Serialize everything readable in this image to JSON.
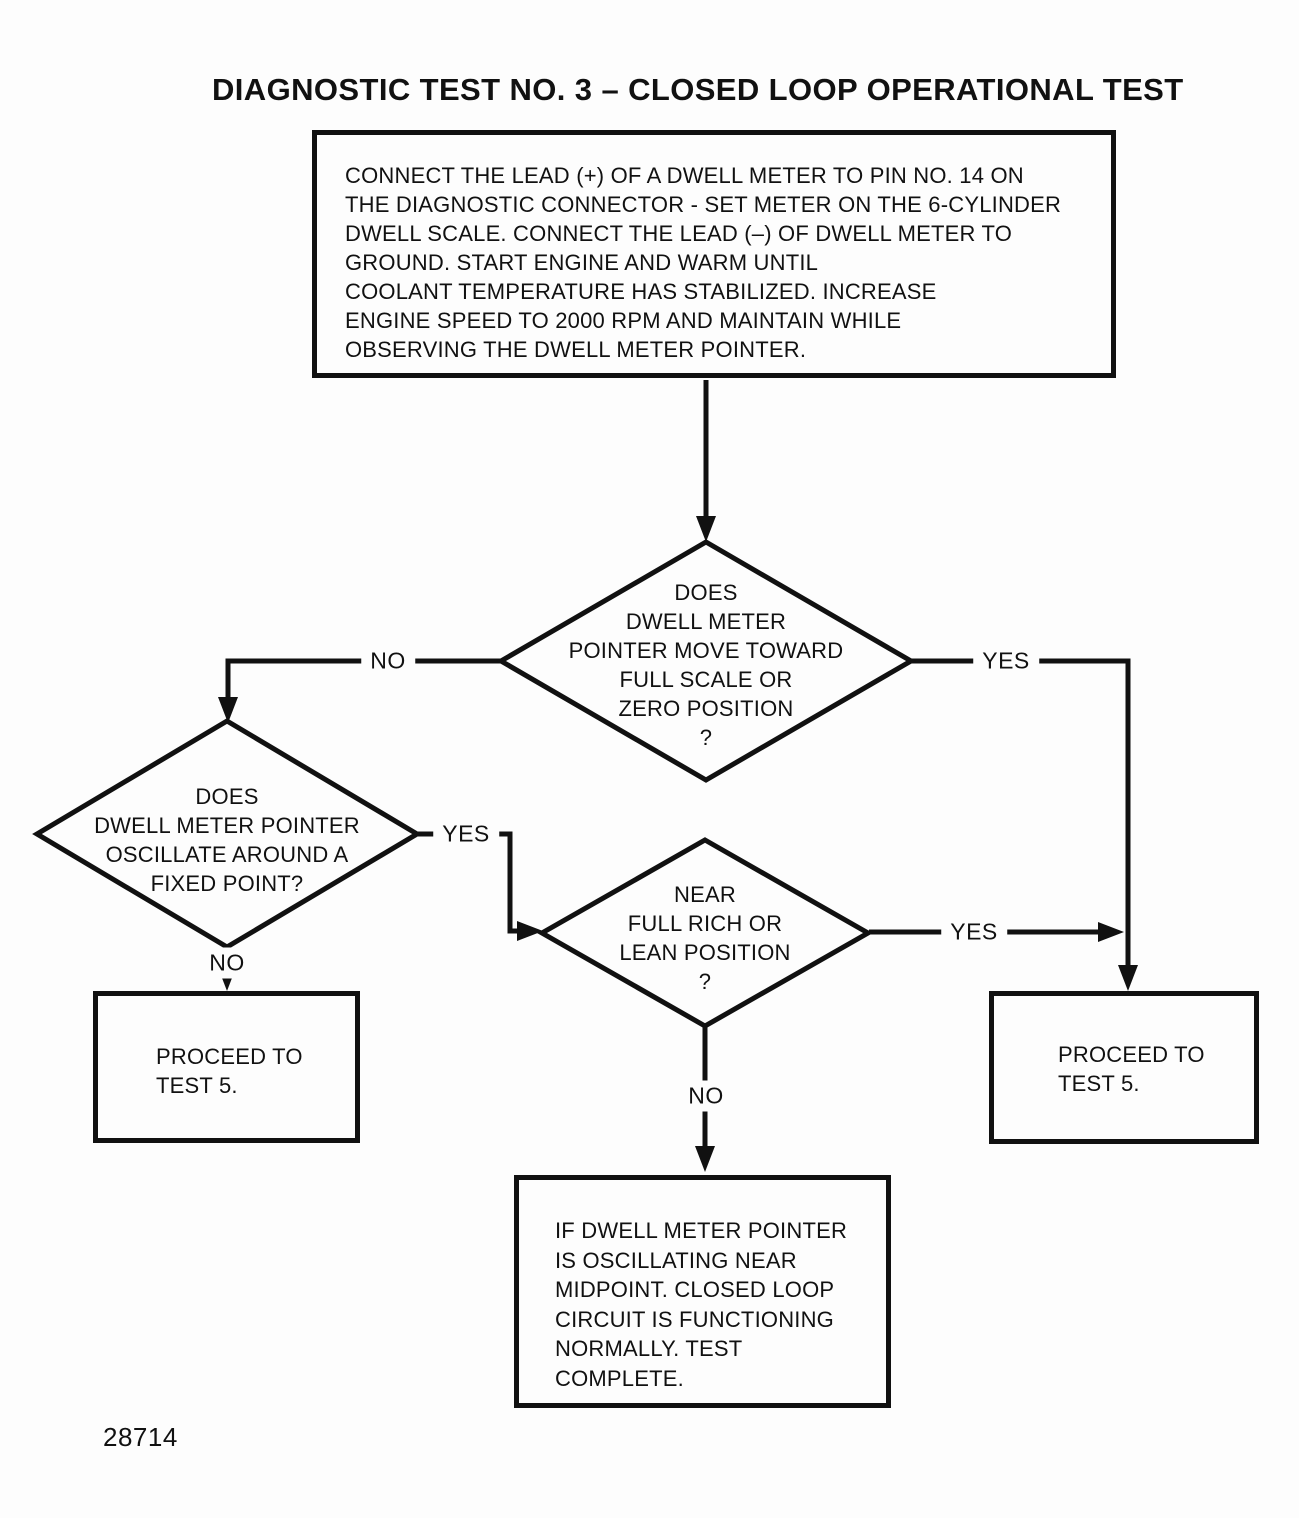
{
  "title": "DIAGNOSTIC TEST NO. 3 – CLOSED LOOP OPERATIONAL TEST",
  "footer_code": "28714",
  "colors": {
    "ink": "#111111",
    "paper": "#fdfdfd"
  },
  "nodes": {
    "start": {
      "type": "process",
      "text": "CONNECT THE LEAD (+) OF A DWELL METER TO PIN NO. 14 ON\nTHE DIAGNOSTIC CONNECTOR - SET METER ON THE 6-CYLINDER\nDWELL SCALE. CONNECT THE LEAD (–) OF DWELL METER TO\nGROUND. START ENGINE AND WARM UNTIL\nCOOLANT TEMPERATURE HAS STABILIZED. INCREASE\nENGINE SPEED TO 2000 RPM AND MAINTAIN WHILE\nOBSERVING THE DWELL METER POINTER."
    },
    "decision_pointer_move": {
      "type": "decision",
      "text": "DOES\nDWELL METER\nPOINTER MOVE TOWARD\nFULL SCALE OR\nZERO POSITION\n?"
    },
    "decision_oscillate": {
      "type": "decision",
      "text": "DOES\nDWELL METER POINTER\nOSCILLATE AROUND A\nFIXED POINT?"
    },
    "decision_near_full": {
      "type": "decision",
      "text": "NEAR\nFULL RICH OR\nLEAN POSITION\n?"
    },
    "proceed_left": {
      "type": "terminal",
      "text": "PROCEED TO\nTEST 5."
    },
    "proceed_right": {
      "type": "terminal",
      "text": "PROCEED TO\nTEST 5."
    },
    "complete": {
      "type": "terminal",
      "text": "IF DWELL METER POINTER\nIS OSCILLATING NEAR\nMIDPOINT. CLOSED LOOP\nCIRCUIT IS FUNCTIONING\nNORMALLY. TEST\nCOMPLETE."
    }
  },
  "edges": {
    "d1_no": "NO",
    "d1_yes": "YES",
    "d2_yes": "YES",
    "d2_no": "NO",
    "d3_yes": "YES",
    "d3_no": "NO"
  }
}
